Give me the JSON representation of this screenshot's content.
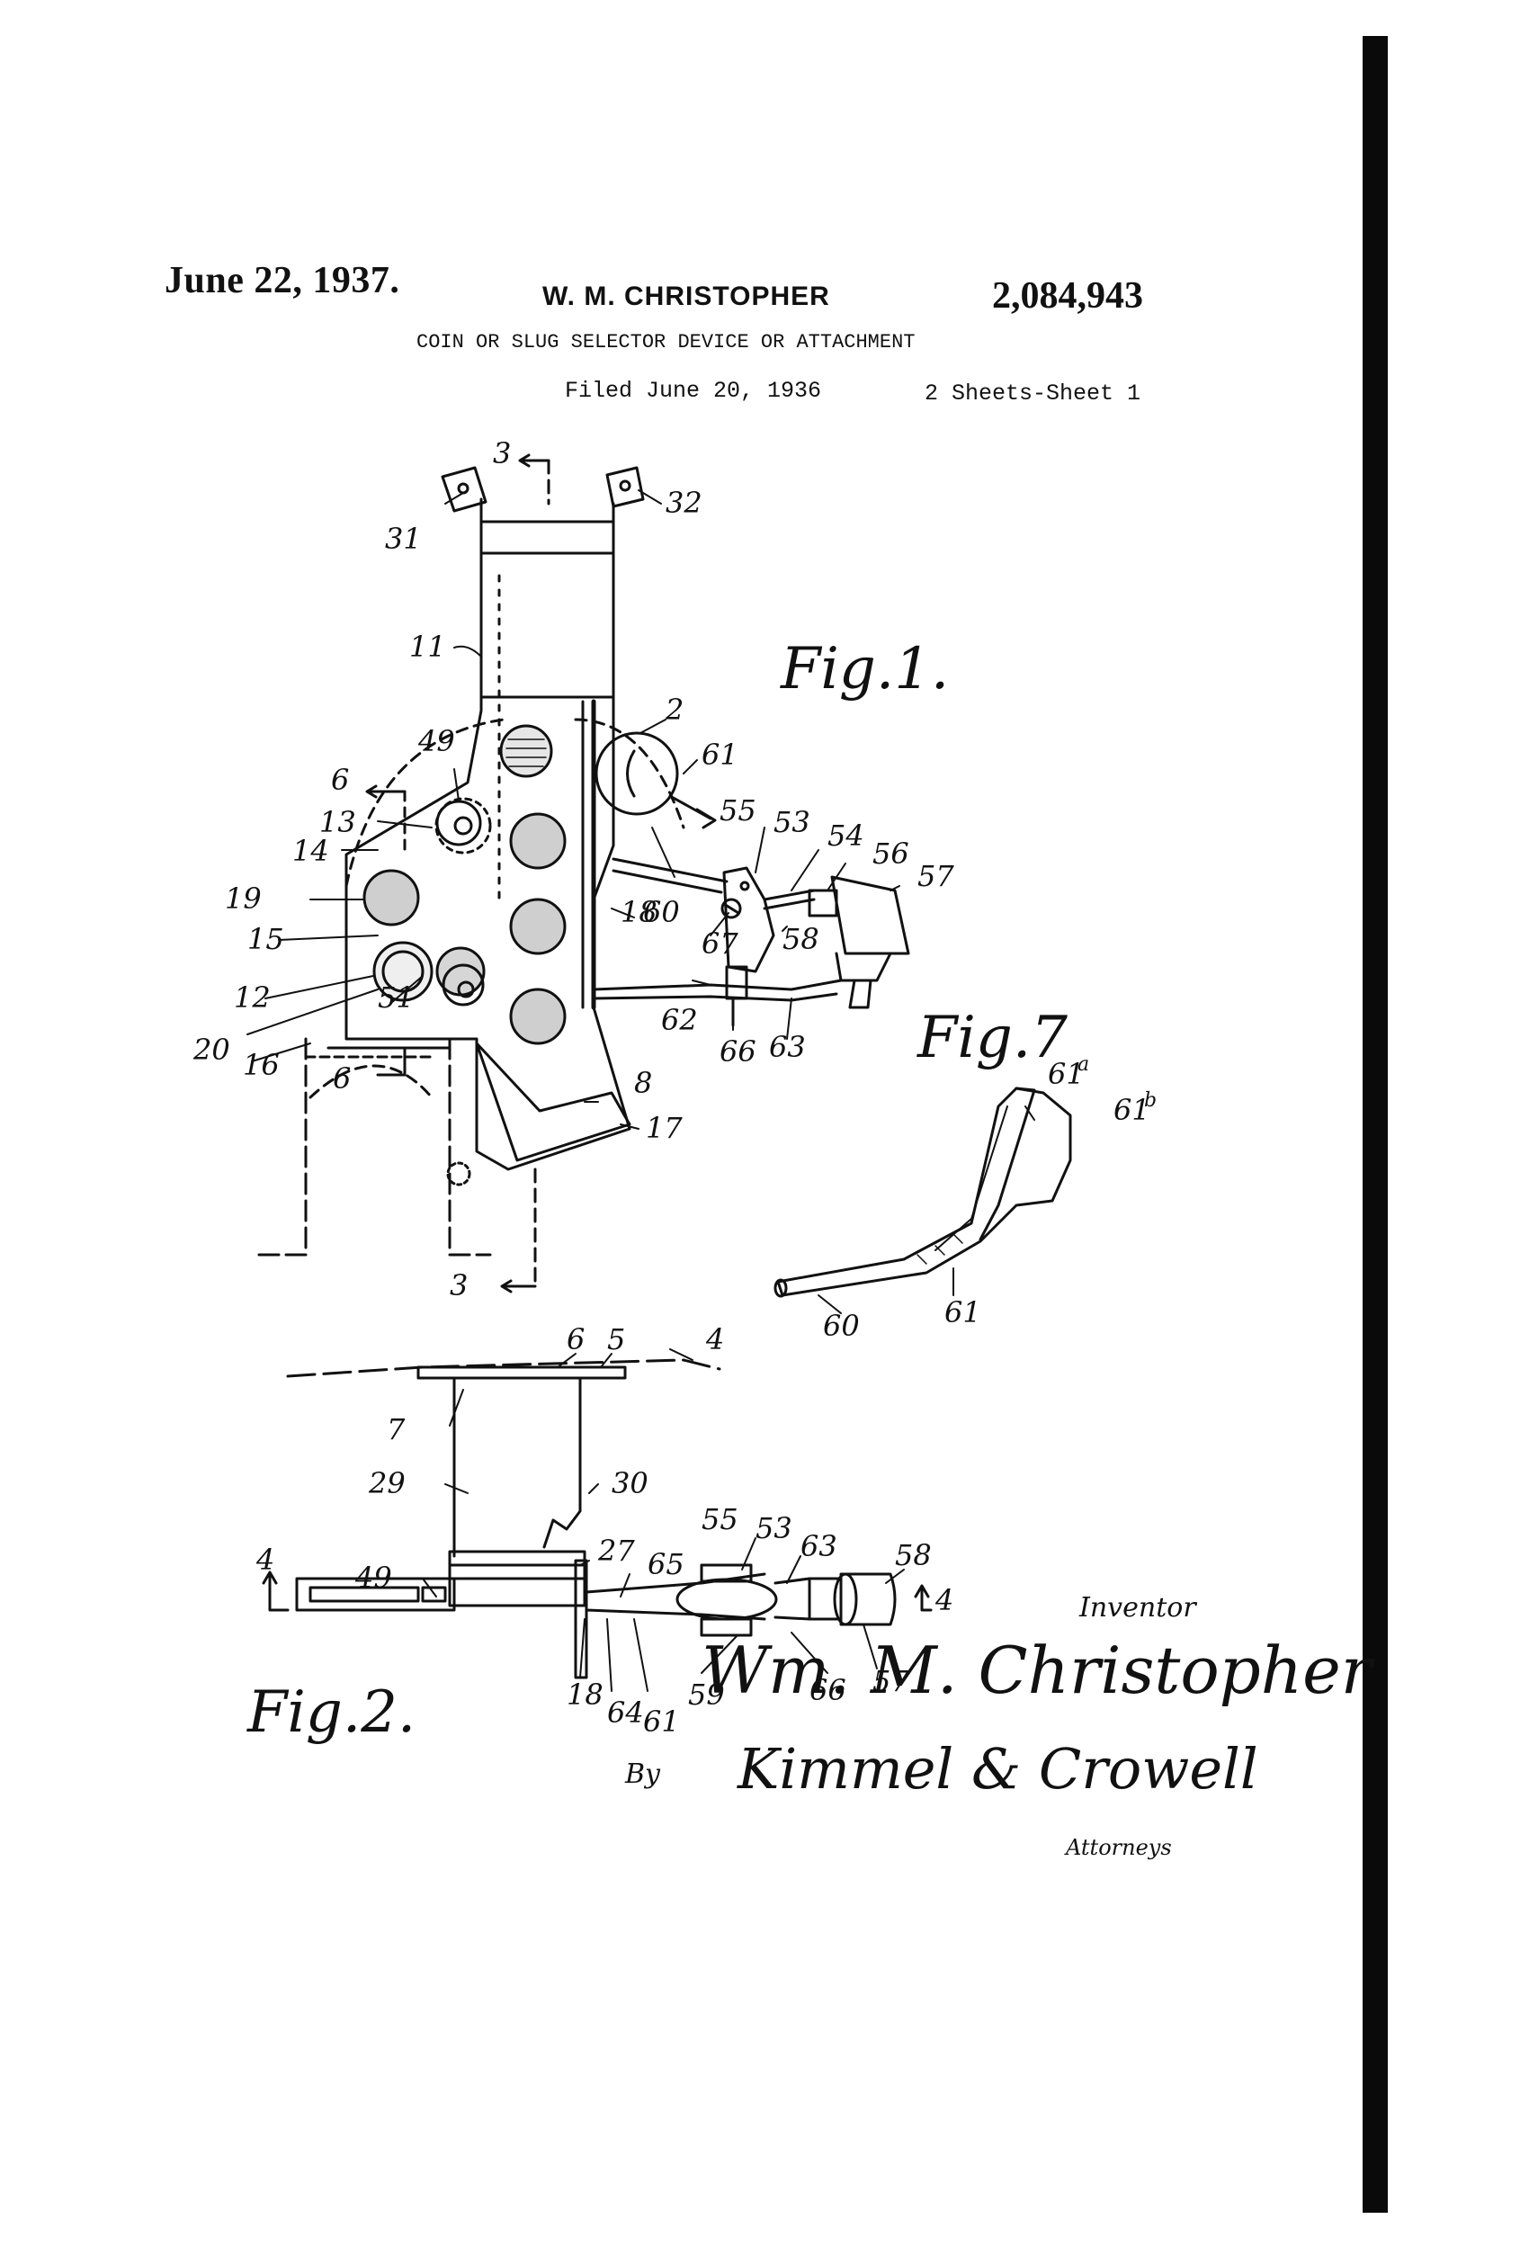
{
  "header": {
    "date": "June 22, 1937.",
    "inventor": "W. M. CHRISTOPHER",
    "patent_number": "2,084,943",
    "title": "COIN OR SLUG SELECTOR DEVICE OR ATTACHMENT",
    "filed": "Filed June 20, 1936",
    "sheets": "2 Sheets-Sheet 1"
  },
  "figures": {
    "fig1": "Fig.1.",
    "fig2": "Fig.2.",
    "fig7": "Fig.7"
  },
  "fig1_refs": {
    "r3a": "3",
    "r31": "31",
    "r32": "32",
    "r11": "11",
    "r2": "2",
    "r61": "61",
    "r49": "49",
    "r6a": "6",
    "r13": "13",
    "r14": "14",
    "r55": "55",
    "r53": "53",
    "r54": "54",
    "r56": "56",
    "r57": "57",
    "r19": "19",
    "r60": "60",
    "r18": "18",
    "r15": "15",
    "r67": "67",
    "r58": "58",
    "r12": "12",
    "r51": "51",
    "r62": "62",
    "r66": "66",
    "r63": "63",
    "r20": "20",
    "r16": "16",
    "r6b": "6",
    "r8": "8",
    "r17": "17",
    "r3b": "3"
  },
  "fig7_refs": {
    "r61a": "61",
    "r61a_sup": "a",
    "r61b": "61",
    "r61b_sup": "b",
    "r60": "60",
    "r61": "61"
  },
  "fig2_refs": {
    "r6": "6",
    "r5": "5",
    "r4a": "4",
    "r7": "7",
    "r29": "29",
    "r30": "30",
    "r55": "55",
    "r53": "53",
    "r27": "27",
    "r65": "65",
    "r63": "63",
    "r58": "58",
    "r4b": "4",
    "r49": "49",
    "r4c": "4",
    "r18": "18",
    "r64": "64",
    "r59": "59",
    "r61": "61",
    "r66": "66",
    "r57": "57"
  },
  "signature": {
    "inventor_label": "Inventor",
    "inventor_name": "Wm. M. Christopher",
    "by_label": "By",
    "attorney_name": "Kimmel & Crowell",
    "attorneys_label": "Attorneys"
  }
}
